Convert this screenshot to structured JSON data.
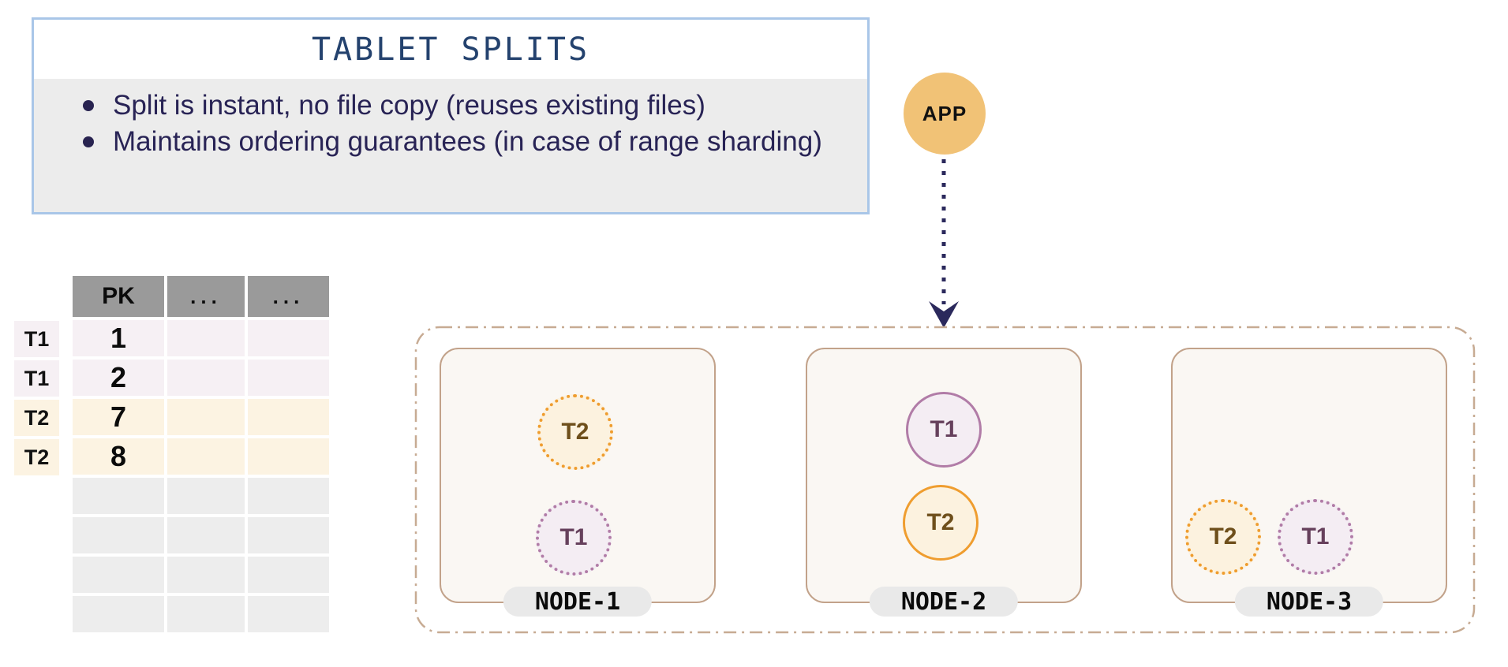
{
  "info_box": {
    "title": "TABLET SPLITS",
    "bullets": [
      "Split is instant, no file copy (reuses existing files)",
      "Maintains ordering guarantees (in case of range sharding)"
    ]
  },
  "app": {
    "label": "APP"
  },
  "table": {
    "headers": [
      "PK",
      "...",
      "..."
    ],
    "rows": [
      {
        "side_label": "T1",
        "pk": "1",
        "tablet": "t1"
      },
      {
        "side_label": "T1",
        "pk": "2",
        "tablet": "t1"
      },
      {
        "side_label": "T2",
        "pk": "7",
        "tablet": "t2"
      },
      {
        "side_label": "T2",
        "pk": "8",
        "tablet": "t2"
      }
    ],
    "empty_row_count": 4
  },
  "cluster": {
    "nodes": [
      {
        "name": "NODE-1",
        "tablets": [
          {
            "label": "T2",
            "type": "t2",
            "border_style": "dotted"
          },
          {
            "label": "T1",
            "type": "t1",
            "border_style": "dotted"
          }
        ]
      },
      {
        "name": "NODE-2",
        "tablets": [
          {
            "label": "T1",
            "type": "t1",
            "border_style": "solid"
          },
          {
            "label": "T2",
            "type": "t2",
            "border_style": "solid"
          }
        ]
      },
      {
        "name": "NODE-3",
        "tablets": [
          {
            "label": "T2",
            "type": "t2",
            "border_style": "dotted"
          },
          {
            "label": "T1",
            "type": "t1",
            "border_style": "dotted"
          }
        ]
      }
    ]
  },
  "colors": {
    "info_border": "#a9c6e8",
    "info_title_text": "#24426e",
    "info_body_bg": "#ececec",
    "bullet_text": "#282355",
    "table_header_bg": "#9a9a9a",
    "t1_tint": "#f6f0f4",
    "t2_tint": "#fcf3e2",
    "empty_row_bg": "#ededed",
    "app_circle": "#f1c276",
    "arrow": "#2b295c",
    "cluster_dash_border": "#c7ab93",
    "node_bg": "#faf7f3",
    "node_border": "#c2a28a",
    "node_pill_bg": "#e9e9e9",
    "t1_border": "#b17ca7",
    "t1_text": "#66405c",
    "t2_border": "#ef9d2f",
    "t2_text": "#6e4f1b"
  }
}
